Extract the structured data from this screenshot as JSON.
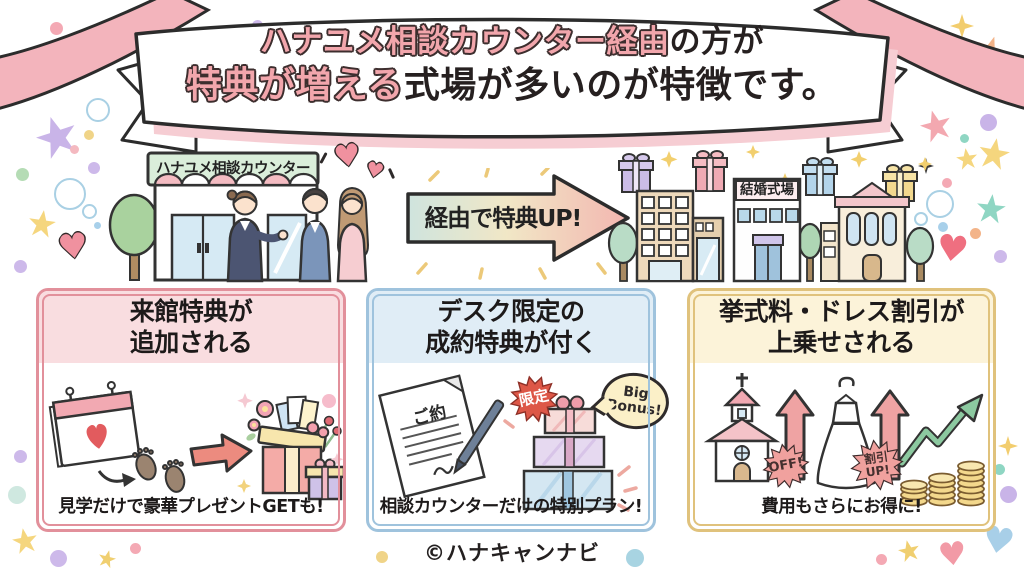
{
  "banner": {
    "line1_highlight": "ハナユメ相談カウンター経由",
    "line1_rest": "の方が",
    "line2_highlight": "特典が増える",
    "line2_rest": "式場が多いのが特徴です。"
  },
  "middle": {
    "counter_sign": "ハナユメ相談カウンター",
    "arrow_label": "経由で特典UP!",
    "venue_sign": "結婚式場"
  },
  "cards": [
    {
      "title_line1": "来館特典が",
      "title_line2": "追加される",
      "caption": "見学だけで豪華プレゼントGETも!"
    },
    {
      "title_line1": "デスク限定の",
      "title_line2": "成約特典が付く",
      "caption": "相談カウンターだけの特別プラン!",
      "contract_label": "ご約",
      "badge_limited": "限定",
      "bubble_line1": "Big",
      "bubble_line2": "Bonus!"
    },
    {
      "title_line1": "挙式料・ドレス割引が",
      "title_line2": "上乗せされる",
      "caption": "費用もさらにお得に!",
      "badge_off": "OFF!",
      "badge_up_line1": "割引",
      "badge_up_line2": "UP!"
    }
  ],
  "footer": {
    "credit": "©ハナキャンナビ"
  },
  "colors": {
    "ribbon_pink": "#f3b4bc",
    "banner_highlight_text": "#f2a6ac",
    "text_dark": "#2b2626",
    "arrow_gradient": [
      "#cfe4de",
      "#f1e7c6",
      "#f3b6b0"
    ],
    "card1_accent": "#e2909b",
    "card1_header_bg": "#f9dde0",
    "card2_accent": "#9fc3dd",
    "card2_header_bg": "#e0edf6",
    "card3_accent": "#e0c27c",
    "card3_header_bg": "#fcf3d9",
    "limited_badge_red": "#dd5747",
    "discount_badge_pink": "#f0a19e"
  }
}
